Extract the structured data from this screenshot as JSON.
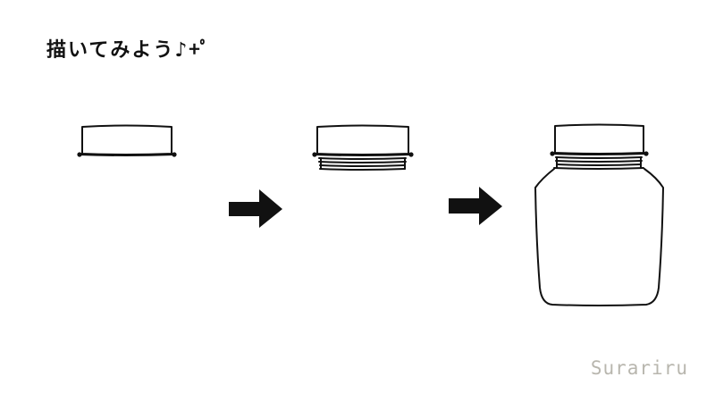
{
  "title": "描いてみよう♪+ﾟ",
  "signature": "Surariru",
  "colors": {
    "ink": "#111111",
    "background": "#ffffff",
    "signature": "#b8b6ae"
  },
  "steps": [
    {
      "name": "lid"
    },
    {
      "name": "lid-with-threads"
    },
    {
      "name": "jar"
    }
  ]
}
